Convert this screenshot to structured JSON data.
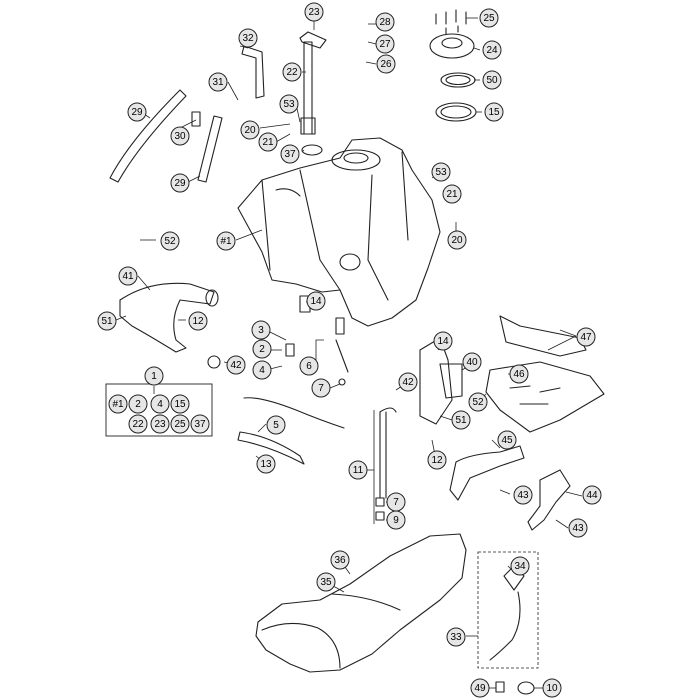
{
  "diagram": {
    "callouts": [
      {
        "id": "c23a",
        "label": "23"
      },
      {
        "id": "c28",
        "label": "28"
      },
      {
        "id": "c25a",
        "label": "25"
      },
      {
        "id": "c32",
        "label": "32"
      },
      {
        "id": "c27",
        "label": "27"
      },
      {
        "id": "c24",
        "label": "24"
      },
      {
        "id": "c22",
        "label": "22"
      },
      {
        "id": "c26",
        "label": "26"
      },
      {
        "id": "c50",
        "label": "50"
      },
      {
        "id": "c31",
        "label": "31"
      },
      {
        "id": "c29a",
        "label": "29"
      },
      {
        "id": "c53a",
        "label": "53"
      },
      {
        "id": "c15a",
        "label": "15"
      },
      {
        "id": "c30",
        "label": "30"
      },
      {
        "id": "c20a",
        "label": "20"
      },
      {
        "id": "c21a",
        "label": "21"
      },
      {
        "id": "c37a",
        "label": "37"
      },
      {
        "id": "c29b",
        "label": "29"
      },
      {
        "id": "c53b",
        "label": "53"
      },
      {
        "id": "c21b",
        "label": "21"
      },
      {
        "id": "c20b",
        "label": "20"
      },
      {
        "id": "c1",
        "label": "#1"
      },
      {
        "id": "c52a",
        "label": "52"
      },
      {
        "id": "c41",
        "label": "41"
      },
      {
        "id": "c14a",
        "label": "14"
      },
      {
        "id": "c51a",
        "label": "51"
      },
      {
        "id": "c12a",
        "label": "12"
      },
      {
        "id": "c47",
        "label": "47"
      },
      {
        "id": "c3",
        "label": "3"
      },
      {
        "id": "c14b",
        "label": "14"
      },
      {
        "id": "c2",
        "label": "2"
      },
      {
        "id": "c42a",
        "label": "42"
      },
      {
        "id": "c40",
        "label": "40"
      },
      {
        "id": "c6",
        "label": "6"
      },
      {
        "id": "c4",
        "label": "4"
      },
      {
        "id": "c46",
        "label": "46"
      },
      {
        "id": "c7a",
        "label": "7"
      },
      {
        "id": "c42b",
        "label": "42"
      },
      {
        "id": "c52b",
        "label": "52"
      },
      {
        "id": "c1n",
        "label": "1"
      },
      {
        "id": "c5",
        "label": "5"
      },
      {
        "id": "c51b",
        "label": "51"
      },
      {
        "id": "c45",
        "label": "45"
      },
      {
        "id": "c12b",
        "label": "12"
      },
      {
        "id": "c13",
        "label": "13"
      },
      {
        "id": "c11",
        "label": "11"
      },
      {
        "id": "c43a",
        "label": "43"
      },
      {
        "id": "c44",
        "label": "44"
      },
      {
        "id": "c7b",
        "label": "7"
      },
      {
        "id": "c9",
        "label": "9"
      },
      {
        "id": "c43b",
        "label": "43"
      },
      {
        "id": "c36",
        "label": "36"
      },
      {
        "id": "c34",
        "label": "34"
      },
      {
        "id": "c35",
        "label": "35"
      },
      {
        "id": "c33",
        "label": "33"
      },
      {
        "id": "c49",
        "label": "49"
      },
      {
        "id": "c10",
        "label": "10"
      }
    ],
    "kit_box": {
      "items": [
        "#1",
        "2",
        "4",
        "15",
        "22",
        "23",
        "25",
        "37"
      ]
    }
  }
}
